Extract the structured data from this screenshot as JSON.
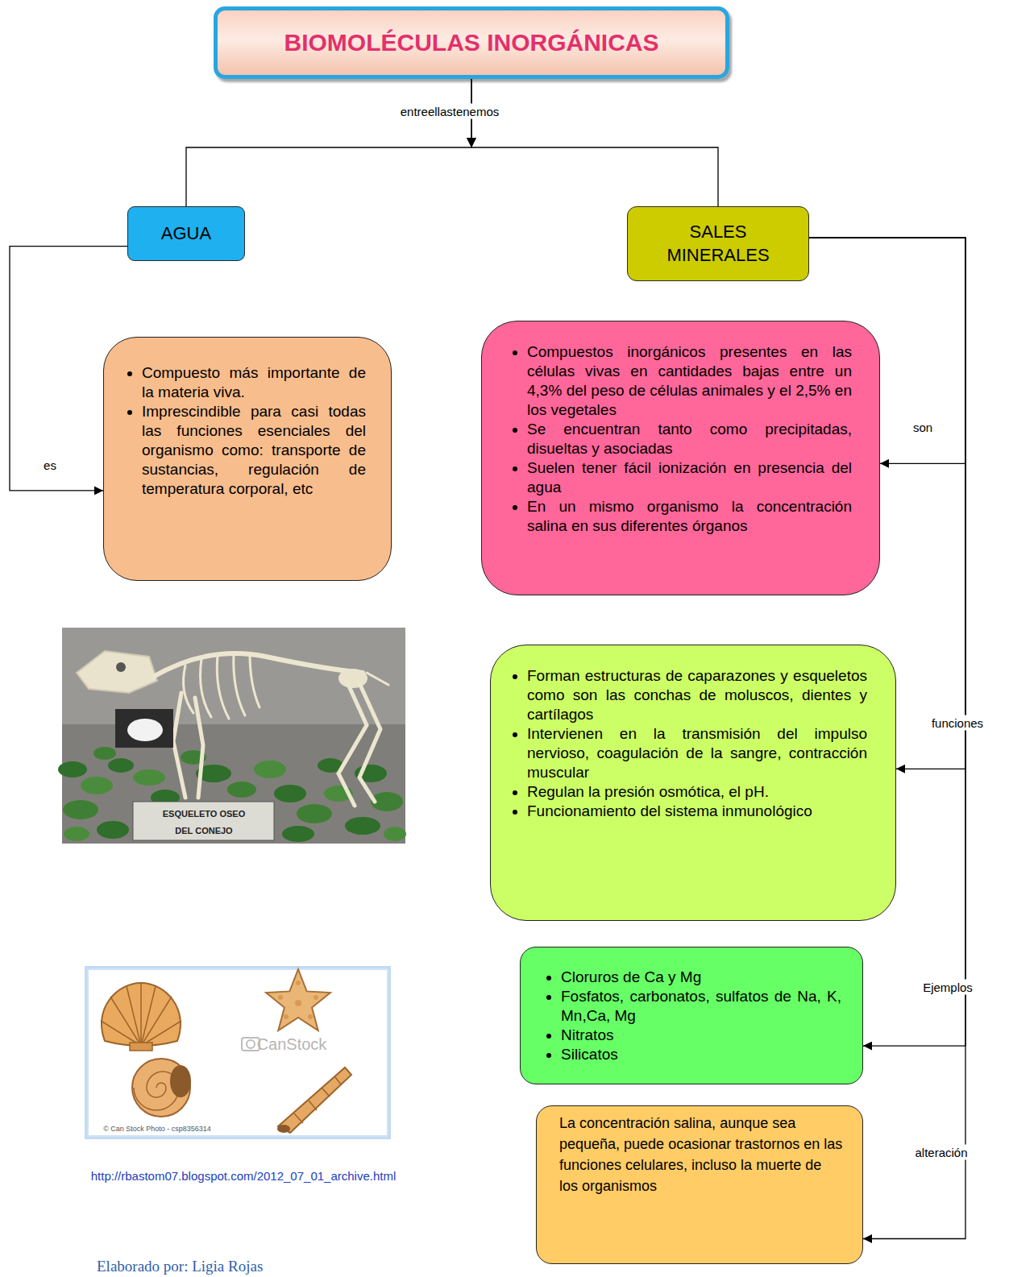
{
  "diagram": {
    "nodes": [
      {
        "text": [
          "BIOMOLÉCULAS INORGÁNICAS"
        ]
      },
      {
        "text": [
          "AGUA"
        ]
      },
      {
        "text": [
          "SALES MINERALES"
        ]
      },
      {
        "text": [
          "Compuesto más importante de la materia viva.",
          "Imprescindible para casi todas las funciones esenciales del organismo como: transporte de sustancias, regulación de temperatura corporal, etc"
        ]
      },
      {
        "text": [
          "Compuestos inorgánicos presentes en las células vivas en cantidades bajas entre un 4,3% del peso de células animales y el 2,5% en los vegetales",
          "Se encuentran tanto como precipitadas, disueltas y asociadas",
          "Suelen tener fácil ionización en presencia del agua",
          "En un mismo organismo la concentración salina en sus diferentes órganos"
        ]
      },
      {
        "text": [
          "Forman estructuras de caparazones y esqueletos como son las conchas de moluscos, dientes y cartílagos",
          "Intervienen en la transmisión del impulso nervioso, coagulación de la sangre, contracción muscular",
          "Regulan la presión osmótica, el pH.",
          "Funcionamiento del sistema inmunológico"
        ]
      },
      {
        "text": [
          "Cloruros de Ca y Mg",
          "Fosfatos, carbonatos, sulfatos de Na, K, Mn,Ca, Mg",
          "Nitratos",
          "Silicatos"
        ]
      },
      {
        "text": [
          "La concentración salina, aunque sea pequeña, puede ocasionar trastornos en las funciones celulares, incluso la muerte de los organismos"
        ]
      }
    ],
    "edges": [
      {
        "from": 0,
        "to": 1,
        "arrow": "to",
        "label": "entreellastenemos"
      },
      {
        "from": 0,
        "to": 2,
        "arrow": "to"
      },
      {
        "from": 1,
        "to": 3,
        "arrow": "to",
        "label": "es"
      },
      {
        "from": 2,
        "to": 4,
        "arrow": "to",
        "label": "son"
      },
      {
        "from": 2,
        "to": 5,
        "arrow": "to",
        "label": "funciones"
      },
      {
        "from": 2,
        "to": 6,
        "arrow": "to",
        "label": "Ejemplos"
      },
      {
        "from": 2,
        "to": 7,
        "arrow": "to",
        "label": "alteración"
      }
    ],
    "labels": [
      "ESQUELETO OSEO",
      "DEL CONEJO",
      "CanStock",
      "© Can Stock Photo - csp8356314",
      "http://rbastom07.blogspot.com/2012_07_01_archive.html",
      "Elaborado por: Ligia Rojas"
    ]
  }
}
